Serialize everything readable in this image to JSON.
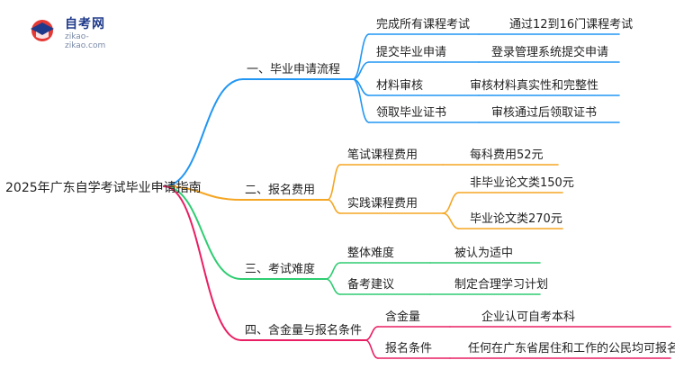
{
  "logo": {
    "title": "自考网",
    "url": "zikao-zikao.com"
  },
  "root": {
    "label": "2025年广东自学考试毕业申请指南"
  },
  "branches": [
    {
      "label": "一、毕业申请流程",
      "color": "#2196f3",
      "children": [
        {
          "label": "完成所有课程考试",
          "detail": "通过12到16门课程考试"
        },
        {
          "label": "提交毕业申请",
          "detail": "登录管理系统提交申请"
        },
        {
          "label": "材料审核",
          "detail": "审核材料真实性和完整性"
        },
        {
          "label": "领取毕业证书",
          "detail": "审核通过后领取证书"
        }
      ]
    },
    {
      "label": "二、报名费用",
      "color": "#f5a623",
      "children": [
        {
          "label": "笔试课程费用",
          "details": [
            "每科费用52元"
          ]
        },
        {
          "label": "实践课程费用",
          "details": [
            "非毕业论文类150元",
            "毕业论文类270元"
          ]
        }
      ]
    },
    {
      "label": "三、考试难度",
      "color": "#2ecc71",
      "children": [
        {
          "label": "整体难度",
          "detail": "被认为适中"
        },
        {
          "label": "备考建议",
          "detail": "制定合理学习计划"
        }
      ]
    },
    {
      "label": "四、含金量与报名条件",
      "color": "#e91e63",
      "children": [
        {
          "label": "含金量",
          "detail": "企业认可自考本科"
        },
        {
          "label": "报名条件",
          "detail": "任何在广东省居住和工作的公民均可报名"
        }
      ]
    }
  ]
}
